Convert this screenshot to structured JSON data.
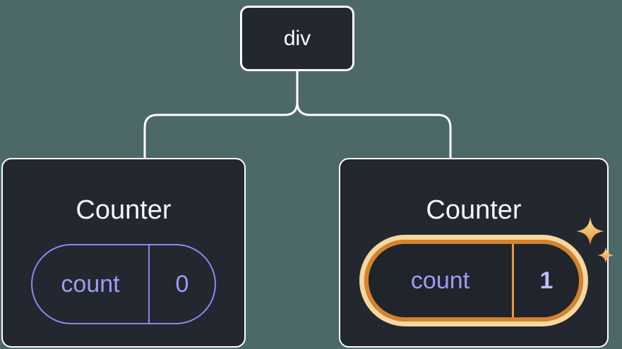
{
  "diagram": {
    "root": {
      "label": "div"
    },
    "children": [
      {
        "title": "Counter",
        "state": {
          "key": "count",
          "value": "0"
        },
        "highlighted": false
      },
      {
        "title": "Counter",
        "state": {
          "key": "count",
          "value": "1"
        },
        "highlighted": true
      }
    ]
  },
  "colors": {
    "background": "#4d6868",
    "card_bg": "#23272f",
    "card_border": "#ffffff",
    "connector": "#ffffff",
    "title_color": "#f6f7f9",
    "pill_border": "#8a8af2",
    "pill_text": "#9c9cf2",
    "pill_value_bold": "#bdbdfb",
    "highlight_outer": "#f6d7a0",
    "highlight_inner": "#d4832e",
    "highlight_divider": "#e39a3a",
    "sparkle_light": "#fbe3a0",
    "sparkle_dark": "#e1912f"
  }
}
